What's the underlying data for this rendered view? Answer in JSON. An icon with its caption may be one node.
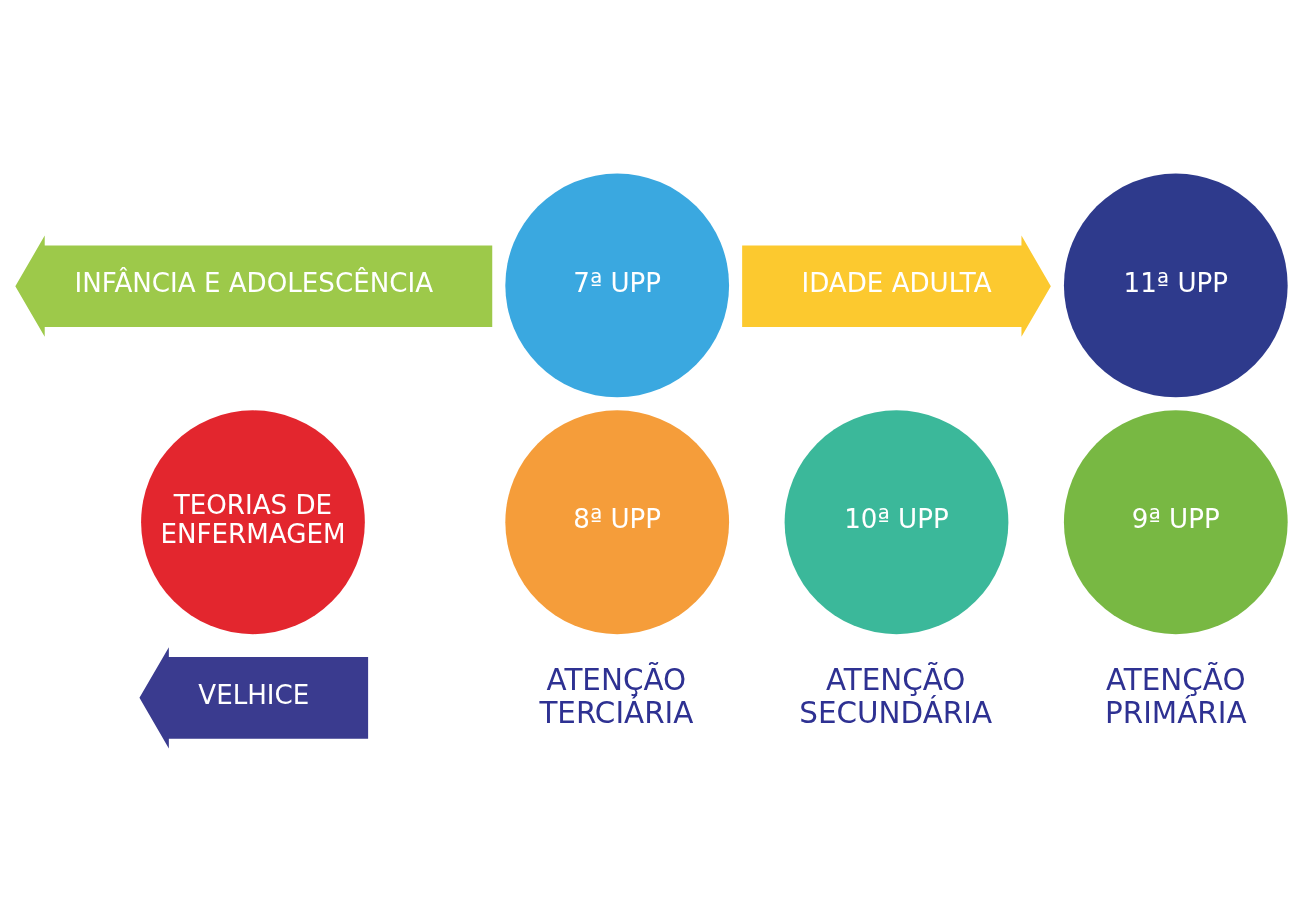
{
  "diagram": {
    "nodes": [
      {
        "text": [
          "INFÂNCIA E ADOLESCÊNCIA"
        ]
      },
      {
        "text": [
          "IDADE ADULTA"
        ]
      },
      {
        "text": [
          "7ª UPP"
        ]
      },
      {
        "text": [
          "11ª UPP"
        ]
      },
      {
        "text": [
          "TEORIAS DE ENFERMAGEM"
        ]
      },
      {
        "text": [
          "8ª UPP"
        ]
      },
      {
        "text": [
          "10ª UPP"
        ]
      },
      {
        "text": [
          "9ª UPP"
        ]
      },
      {
        "text": [
          "VELHICE"
        ]
      }
    ],
    "labels": [
      "ATENÇÃO TERCIÁRIA",
      "ATENÇÃO SECUNDÁRIA",
      "ATENÇÃO PRIMÁRIA"
    ]
  }
}
